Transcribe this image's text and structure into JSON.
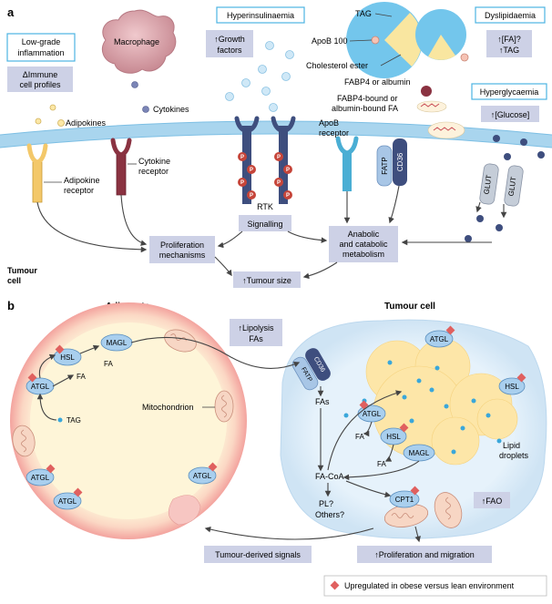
{
  "panel_a": {
    "panel_label": "a",
    "low_grade_inflammation": [
      "Low-grade",
      "inflammation"
    ],
    "immune_profiles": [
      "ΔImmune",
      "cell profiles"
    ],
    "macrophage": "Macrophage",
    "hyperinsulinaemia": "Hyperinsulinaemia",
    "growth_factors": [
      "↑Growth",
      "factors"
    ],
    "tag": "TAG",
    "apob100": "ApoB 100",
    "cholesterol_ester": "Cholesterol ester",
    "dyslipidaemia": "Dyslipidaemia",
    "fa_tag": [
      "↑[FA]?",
      "↑TAG"
    ],
    "fabp4_albumin": "FABP4 or albumin",
    "fabp4_bound": [
      "FABP4-bound or",
      "albumin-bound FA"
    ],
    "hyperglycaemia": "Hyperglycaemia",
    "glucose": "↑[Glucose]",
    "adipokines": "Adipokines",
    "cytokines": "Cytokines",
    "apob_receptor": [
      "ApoB",
      "receptor"
    ],
    "fatp": "FATP",
    "cd36": "CD36",
    "glut": "GLUT",
    "p": "P",
    "adipokine_receptor": [
      "Adipokine",
      "receptor"
    ],
    "cytokine_receptor": [
      "Cytokine",
      "receptor"
    ],
    "rtk": "RTK",
    "signalling": "Signalling",
    "tumour_cell": [
      "Tumour",
      "cell"
    ],
    "proliferation_mechanisms": [
      "Proliferation",
      "mechanisms"
    ],
    "anabolic_catabolic": [
      "Anabolic",
      "and catabolic",
      "metabolism"
    ],
    "tumour_size": "↑Tumour size"
  },
  "panel_b": {
    "panel_label": "b",
    "adipocyte": "Adipocyte",
    "tumour_cell": "Tumour cell",
    "lipolysis": [
      "↑Lipolysis",
      "FAs"
    ],
    "hsl": "HSL",
    "magl": "MAGL",
    "atgl": "ATGL",
    "fa": "FA",
    "tag": "TAG",
    "mitochondrion": "Mitochondrion",
    "cd36": "CD36",
    "fatp": "FATP",
    "fas": "FAs",
    "lipid_droplets": [
      "Lipid",
      "droplets"
    ],
    "fa_coa": "FA-CoA",
    "pl_others": [
      "PL?",
      "Others?"
    ],
    "cpt1": "CPT1",
    "fao": "↑FAO",
    "tumour_signals": "Tumour-derived signals",
    "prolif_migration": "↑Proliferation and migration",
    "legend": "Upregulated in obese versus lean environment"
  },
  "colors": {
    "membrane": "#a9d5ee",
    "label_box": "#cdd1e6",
    "outline_box": "#4cb3e2",
    "adipocyte_ring": "#f4a9a3",
    "adipocyte_inner": "#fef2cf",
    "tumour_cell": "#dcedf8",
    "droplet": "#fde6a8",
    "enzyme": "#a9cfee",
    "upregulated_marker": "#e0605f",
    "macrophage": "#d39ba3",
    "arrow": "#444444"
  }
}
